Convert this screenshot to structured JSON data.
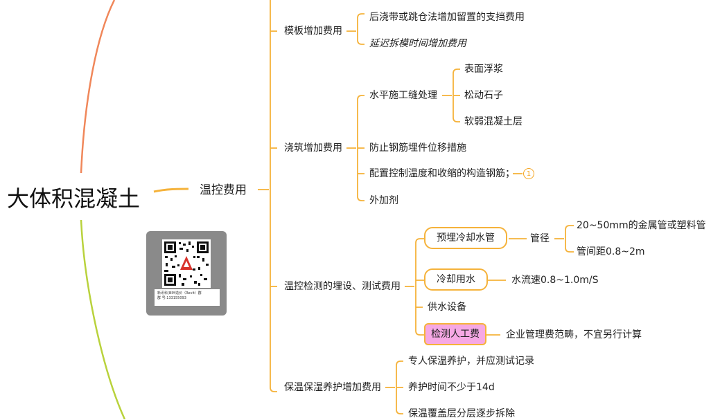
{
  "root": {
    "label": "大体积混凝土"
  },
  "main_branch": {
    "label": "温控费用"
  },
  "topics": {
    "template": {
      "label": "模板增加费用",
      "items": [
        "后浇带或跳仓法增加留置的支挡费用",
        "延迟拆模时间增加费用"
      ]
    },
    "pouring": {
      "label": "浇筑增加费用",
      "horizontal": {
        "label": "水平施工缝处理",
        "items": [
          "表面浮浆",
          "松动石子",
          "软弱混凝土层"
        ]
      },
      "items": [
        "防止钢筋埋件位移措施",
        "配置控制温度和收缩的构造钢筋；",
        "外加剂"
      ],
      "badge": "1"
    },
    "monitoring": {
      "label": "温控检测的埋设、测试费用",
      "pipes": {
        "label": "预埋冷却水管",
        "diameter": "管径",
        "diameter_items": [
          "20~50mm的金属管或塑料管",
          "管间距0.8~2m"
        ]
      },
      "water": {
        "label": "冷却用水",
        "flow": "水流速0.8~1.0m/S"
      },
      "supply": "供水设备",
      "labor": {
        "label": "检测人工费",
        "note": "企业管理费范畴，不宜另行计算"
      }
    },
    "curing": {
      "label": "保温保湿养护增加费用",
      "items": [
        "专人保温养护，并应测试记录",
        "养护时间不少于14d",
        "保温覆盖层分层逐步拆除"
      ]
    }
  },
  "qr": {
    "caption_line1": "新讯科(BIM造价（Revit）群",
    "caption_line2": "群   号:133155093"
  },
  "colors": {
    "branch": "#f5b23a",
    "left_upper_curve": "#f0875a",
    "left_lower_curve": "#b9d23c",
    "highlight": "#f6a8e4"
  }
}
